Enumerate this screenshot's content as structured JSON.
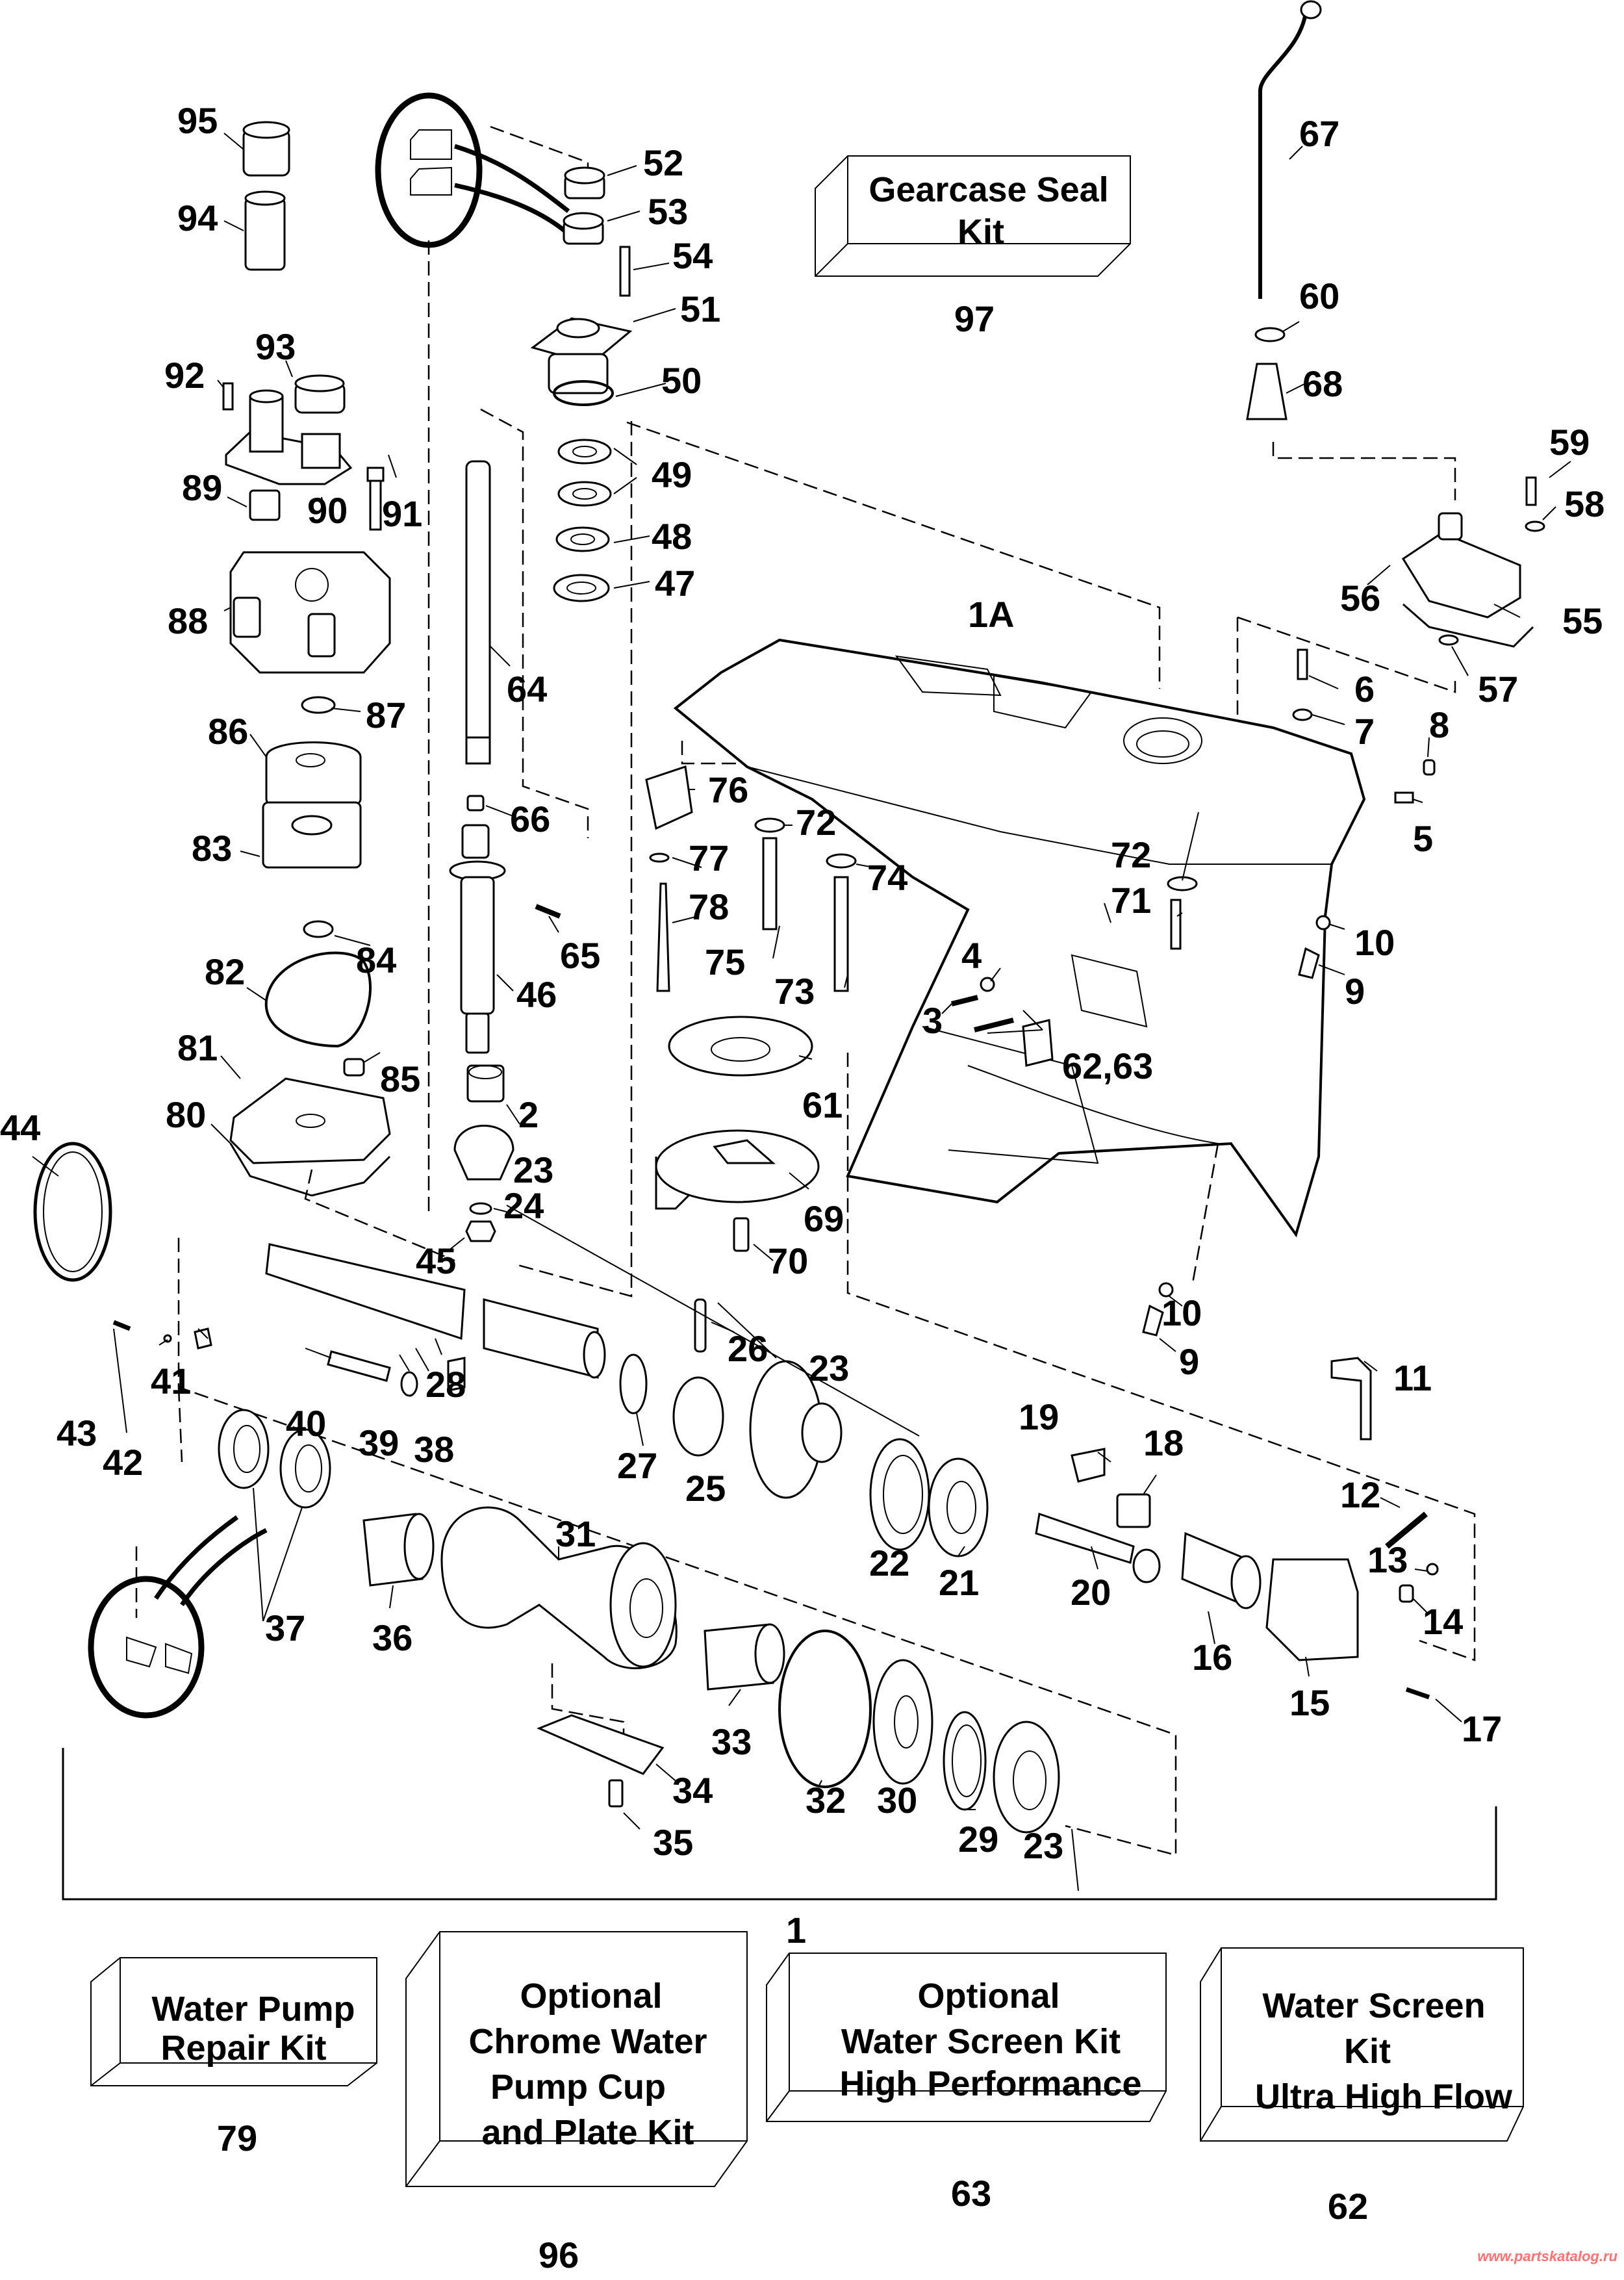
{
  "diagram": {
    "title": "Gearcase exploded parts diagram",
    "assembly_label": "1",
    "housing_label": "1A",
    "part_labels": {
      "p95": "95",
      "p94": "94",
      "p93": "93",
      "p92": "92",
      "p91": "91",
      "p90": "90",
      "p89": "89",
      "p88": "88",
      "p87": "87",
      "p86": "86",
      "p85": "85",
      "p84": "84",
      "p83": "83",
      "p82": "82",
      "p81": "81",
      "p80": "80",
      "p78": "78",
      "p77": "77",
      "p76": "76",
      "p75": "75",
      "p74": "74",
      "p73": "73",
      "p72a": "72",
      "p72b": "72",
      "p71": "71",
      "p70": "70",
      "p69": "69",
      "p68": "68",
      "p67": "67",
      "p66": "66",
      "p65": "65",
      "p64": "64",
      "p6263": "62,63",
      "p61": "61",
      "p60": "60",
      "p59": "59",
      "p58": "58",
      "p57": "57",
      "p56": "56",
      "p55": "55",
      "p54": "54",
      "p53": "53",
      "p52": "52",
      "p51": "51",
      "p50": "50",
      "p49": "49",
      "p48": "48",
      "p47": "47",
      "p46": "46",
      "p45": "45",
      "p44": "44",
      "p43": "43",
      "p42": "42",
      "p41": "41",
      "p40": "40",
      "p39": "39",
      "p38": "38",
      "p37": "37",
      "p36": "36",
      "p35": "35",
      "p34": "34",
      "p33": "33",
      "p32": "32",
      "p31": "31",
      "p30": "30",
      "p29": "29",
      "p28": "28",
      "p27": "27",
      "p26": "26",
      "p25": "25",
      "p24": "24",
      "p23a": "23",
      "p23b": "23",
      "p23c": "23",
      "p22": "22",
      "p21": "21",
      "p20": "20",
      "p19": "19",
      "p18": "18",
      "p17": "17",
      "p16": "16",
      "p15": "15",
      "p14": "14",
      "p13": "13",
      "p12": "12",
      "p11": "11",
      "p10a": "10",
      "p10b": "10",
      "p9a": "9",
      "p9b": "9",
      "p8": "8",
      "p7": "7",
      "p6": "6",
      "p5": "5",
      "p4": "4",
      "p3": "3",
      "p2": "2"
    }
  },
  "kits": {
    "gearcase_seal": {
      "lines": [
        "Gearcase Seal",
        "Kit"
      ],
      "number": "97"
    },
    "water_pump_repair": {
      "lines": [
        "Water Pump",
        "Repair Kit"
      ],
      "number": "79"
    },
    "chrome_cup_plate": {
      "lines": [
        "Optional",
        "Chrome Water",
        "Pump Cup",
        "and Plate Kit"
      ],
      "number": "96"
    },
    "screen_high_perf": {
      "lines": [
        "Optional",
        "Water Screen Kit",
        "High Performance"
      ],
      "number": "63"
    },
    "screen_ultra": {
      "lines": [
        "Water Screen",
        "Kit",
        "Ultra High Flow"
      ],
      "number": "62"
    }
  },
  "watermark": "www.partskatalog.ru",
  "colors": {
    "ink": "#000000",
    "paper": "#ffffff",
    "watermark": "#ff7070"
  }
}
